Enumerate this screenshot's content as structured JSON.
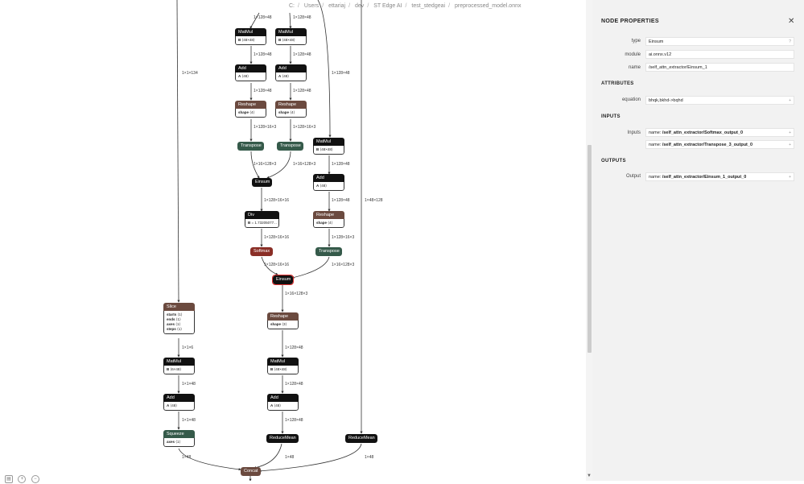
{
  "breadcrumb": [
    "C:",
    "Users",
    "ettariaj",
    "dev",
    "ST Edge AI",
    "test_stedgeai",
    "preprocessed_model.onnx"
  ],
  "window": {
    "minimize": "–",
    "restore": "❐",
    "close": "✕"
  },
  "graph": {
    "edge_labels": {
      "e1": "1×128×48",
      "e2": "1×128×48",
      "e3": "1×128×48",
      "e4": "1×128×48",
      "e5": "1×1×134",
      "e6": "1×128×48",
      "e7": "1×128×48",
      "e8": "1×128×48",
      "e9": "1×128×16×3",
      "e10": "1×128×16×3",
      "e11": "1×16×128×3",
      "e12": "1×16×128×3",
      "e13": "1×128×48",
      "e14": "1×128×16×16",
      "e15": "1×128×48",
      "e16": "1×48×128",
      "e17": "1×128×16×16",
      "e18": "1×128×16×3",
      "e19": "1×128×16×16",
      "e20": "1×16×128×3",
      "e21": "1×16×128×3",
      "e22": "1×1×6",
      "e23": "1×128×48",
      "e24": "1×1×48",
      "e25": "1×128×48",
      "e26": "1×1×48",
      "e27": "1×128×48",
      "e28": "1×48",
      "e29": "1×48",
      "e30": "1×48"
    },
    "nodes": {
      "matmul1": {
        "title": "MatMul",
        "attr_k": "B",
        "attr_v": "⟨48×48⟩"
      },
      "matmul2": {
        "title": "MatMul",
        "attr_k": "B",
        "attr_v": "⟨48×48⟩"
      },
      "add1": {
        "title": "Add",
        "attr_k": "A",
        "attr_v": "⟨48⟩"
      },
      "add2": {
        "title": "Add",
        "attr_k": "A",
        "attr_v": "⟨48⟩"
      },
      "reshape1": {
        "title": "Reshape",
        "attr_k": "shape",
        "attr_v": "⟨4⟩"
      },
      "reshape2": {
        "title": "Reshape",
        "attr_k": "shape",
        "attr_v": "⟨4⟩"
      },
      "transpose1": {
        "title": "Transpose"
      },
      "transpose2": {
        "title": "Transpose"
      },
      "matmul3": {
        "title": "MatMul",
        "attr_k": "B",
        "attr_v": "⟨48×48⟩"
      },
      "einsum1": {
        "title": "Einsum"
      },
      "add3": {
        "title": "Add",
        "attr_k": "A",
        "attr_v": "⟨48⟩"
      },
      "div": {
        "title": "Div",
        "attr_k": "B",
        "attr_v": "= 1.73205077..."
      },
      "reshape3": {
        "title": "Reshape",
        "attr_k": "shape",
        "attr_v": "⟨4⟩"
      },
      "softmax": {
        "title": "Softmax"
      },
      "transpose3": {
        "title": "Transpose"
      },
      "einsum2": {
        "title": "Einsum"
      },
      "slice": {
        "title": "Slice",
        "attrs": [
          [
            "starts",
            "⟨1⟩"
          ],
          [
            "ends",
            "⟨1⟩"
          ],
          [
            "axes",
            "⟨1⟩"
          ],
          [
            "steps",
            "⟨1⟩"
          ]
        ]
      },
      "reshape4": {
        "title": "Reshape",
        "attr_k": "shape",
        "attr_v": "⟨3⟩"
      },
      "matmul4": {
        "title": "MatMul",
        "attr_k": "B",
        "attr_v": "⟨6×48⟩"
      },
      "matmul5": {
        "title": "MatMul",
        "attr_k": "B",
        "attr_v": "⟨48×48⟩"
      },
      "add4": {
        "title": "Add",
        "attr_k": "A",
        "attr_v": "⟨48⟩"
      },
      "add5": {
        "title": "Add",
        "attr_k": "A",
        "attr_v": "⟨48⟩"
      },
      "squeeze": {
        "title": "Squeeze",
        "attr_k": "axes",
        "attr_v": "⟨1⟩"
      },
      "reducemean1": {
        "title": "ReduceMean"
      },
      "reducemean2": {
        "title": "ReduceMean"
      },
      "concat": {
        "title": "Concat"
      }
    },
    "colors": {
      "layer": "#111111",
      "shape": "#6b4a3f",
      "transform": "#355a4a",
      "activation": "#8a2e26",
      "selection": "#e03030"
    }
  },
  "zoom": {
    "icons": [
      "fit-icon",
      "zoom-in-icon",
      "zoom-out-icon"
    ],
    "fit": "▤",
    "in": "+",
    "out": "−"
  },
  "panel": {
    "title": "NODE PROPERTIES",
    "close": "✕",
    "type_label": "type",
    "type_value": "Einsum",
    "module_label": "module",
    "module_value": "ai.onnx.v12",
    "name_label": "name",
    "name_value": "/self_attn_extractor/Einsum_1",
    "attributes_header": "ATTRIBUTES",
    "equation_label": "equation",
    "equation_value": "bhqk,bkhd->bqhd",
    "inputs_header": "INPUTS",
    "inputs_label": "Inputs",
    "input1_prefix": "name:",
    "input1_value": "/self_attn_extractor/Softmax_output_0",
    "input2_prefix": "name:",
    "input2_value": "/self_attn_extractor/Transpose_3_output_0",
    "outputs_header": "OUTPUTS",
    "output_label": "Output",
    "output_prefix": "name:",
    "output_value": "/self_attn_extractor/Einsum_1_output_0",
    "expander": "+",
    "help": "?"
  }
}
